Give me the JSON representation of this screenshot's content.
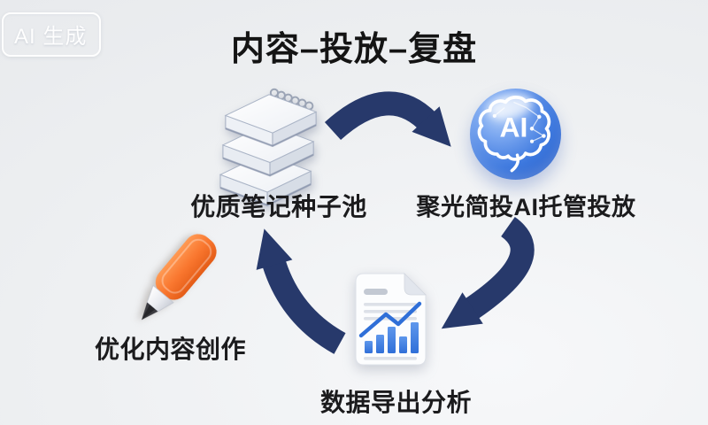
{
  "badge": {
    "label": "AI 生成"
  },
  "title": "内容–投放–复盘",
  "ai_sphere_text": "AI",
  "nodes": {
    "seed_pool": {
      "label": "优质笔记种子池",
      "icon": "notebook-stack-icon"
    },
    "ai_delivery": {
      "label": "聚光简投AI托管投放",
      "icon": "ai-brain-icon"
    },
    "data_export": {
      "label": "数据导出分析",
      "icon": "chart-document-icon"
    },
    "content_opt": {
      "label": "优化内容创作",
      "icon": "pencil-icon"
    }
  },
  "flow_arrows": [
    {
      "from": "优质笔记种子池",
      "to": "聚光简投AI托管投放"
    },
    {
      "from": "聚光简投AI托管投放",
      "to": "数据导出分析"
    },
    {
      "from": "数据导出分析",
      "to": "优质笔记种子池"
    }
  ],
  "colors": {
    "arrow_navy": "#27396b",
    "sphere_blue": "#2e6bd4",
    "pencil_orange": "#f2702e",
    "chart_blue": "#3b7de0",
    "background": "#edeff1",
    "text": "#1b1b1d"
  }
}
